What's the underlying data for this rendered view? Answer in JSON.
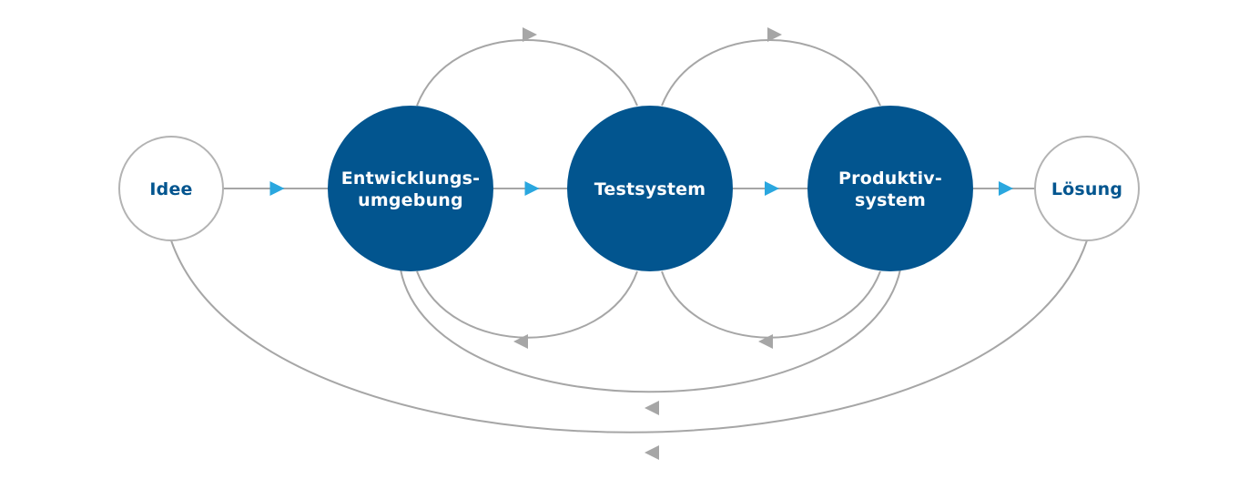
{
  "diagram": {
    "nodes": [
      {
        "id": "idee",
        "lines": [
          "Idee"
        ],
        "style": "outline"
      },
      {
        "id": "entwicklung",
        "lines": [
          "Entwicklungs-",
          "umgebung"
        ],
        "style": "filled"
      },
      {
        "id": "test",
        "lines": [
          "Testsystem"
        ],
        "style": "filled"
      },
      {
        "id": "produktiv",
        "lines": [
          "Produktiv-",
          "system"
        ],
        "style": "filled"
      },
      {
        "id": "loesung",
        "lines": [
          "Lösung"
        ],
        "style": "outline"
      }
    ],
    "forward_edges": [
      {
        "from": "idee",
        "to": "entwicklung"
      },
      {
        "from": "entwicklung",
        "to": "test"
      },
      {
        "from": "test",
        "to": "produktiv"
      },
      {
        "from": "produktiv",
        "to": "loesung"
      }
    ],
    "loop_edges": [
      {
        "from": "entwicklung",
        "to": "test",
        "direction": "forward"
      },
      {
        "from": "test",
        "to": "produktiv",
        "direction": "forward"
      },
      {
        "from": "test",
        "to": "entwicklung",
        "direction": "back"
      },
      {
        "from": "produktiv",
        "to": "test",
        "direction": "back"
      },
      {
        "from": "produktiv",
        "to": "entwicklung",
        "direction": "back"
      },
      {
        "from": "loesung",
        "to": "idee",
        "direction": "back"
      }
    ],
    "colors": {
      "node_fill": "#02558f",
      "node_text_light": "#ffffff",
      "outline_stroke": "#b3b3b3",
      "outline_text": "#02558f",
      "edge": "#a6a6a6",
      "forward_arrow": "#2aa7df",
      "loop_arrow": "#a6a6a6"
    }
  }
}
